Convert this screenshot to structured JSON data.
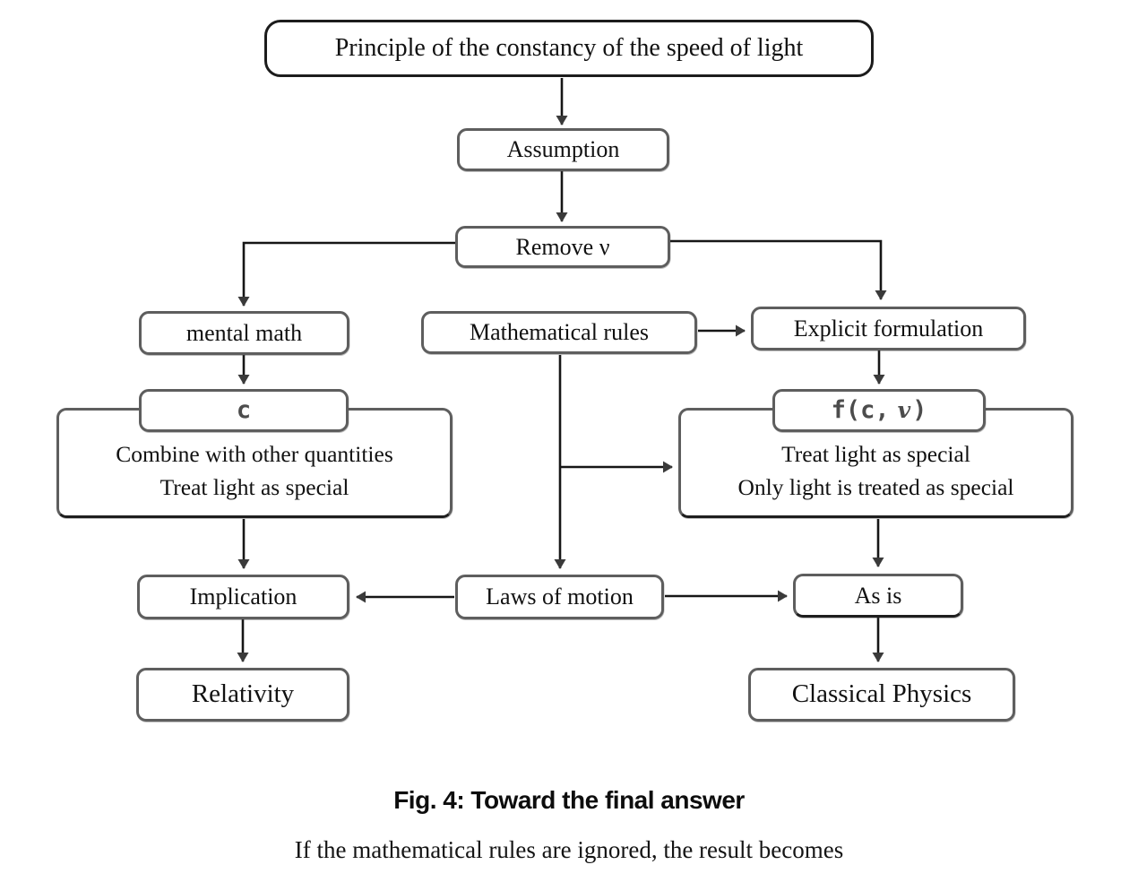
{
  "diagram": {
    "nodes": {
      "principle": "Principle of the constancy of the speed of light",
      "assumption": "Assumption",
      "remove_v": "Remove ν",
      "mental_math": "mental math",
      "mathematical_rules": "Mathematical rules",
      "explicit_formulation": "Explicit formulation",
      "c_symbol": "c",
      "combine_box": {
        "line1": "Combine with other quantities",
        "line2": "Treat light as special"
      },
      "f_symbol": {
        "prefix": "f(c,",
        "variable": "v",
        "suffix": ")"
      },
      "special_box": {
        "line1": "Treat light as special",
        "line2": "Only light is treated as special"
      },
      "implication": "Implication",
      "laws_of_motion": "Laws of motion",
      "as_is": "As is",
      "relativity": "Relativity",
      "classical_physics": "Classical Physics"
    },
    "caption": {
      "title": "Fig. 4: Toward the final answer",
      "subtitle": "If the mathematical rules are ignored, the result becomes"
    },
    "colors": {
      "background": "#ffffff",
      "box_border": "#5e5e5e",
      "strong_border": "#1c1c1c",
      "arrow": "#161616",
      "arrowhead": "#3a3a3a",
      "text": "#111111",
      "symbol_text": "#4c4c4c"
    }
  }
}
